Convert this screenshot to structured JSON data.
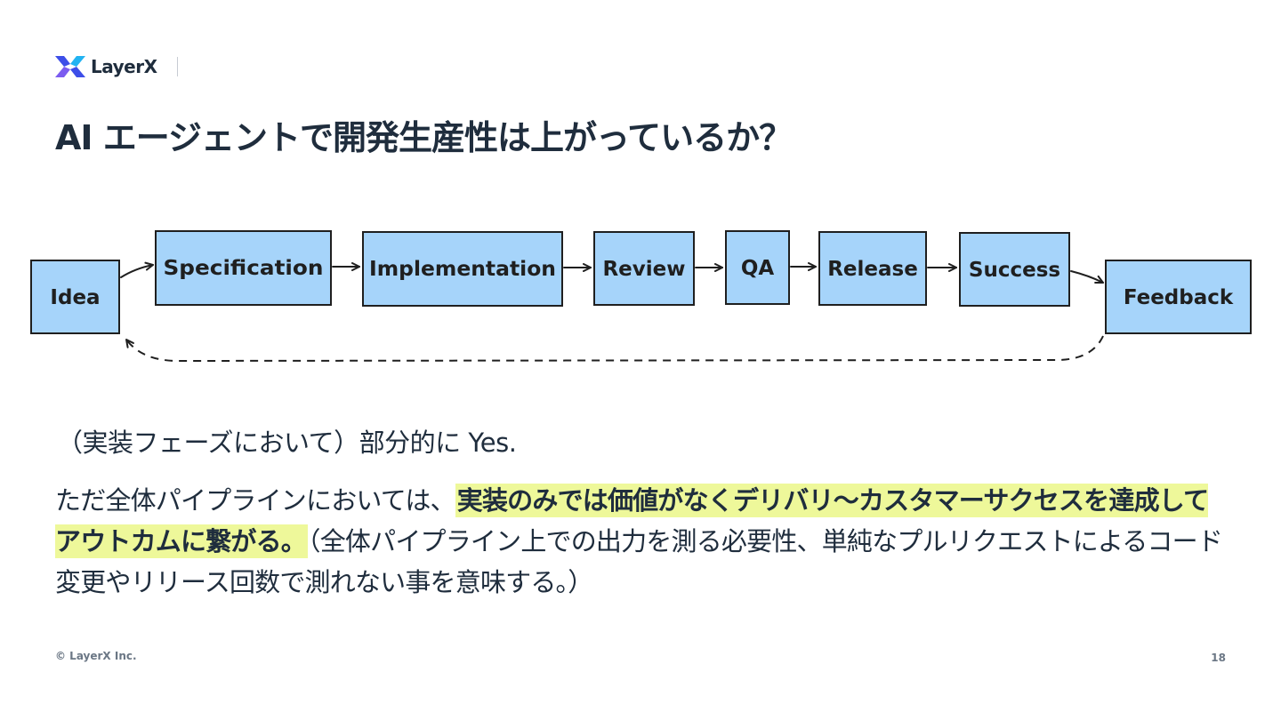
{
  "brand": {
    "logo_text": "LayerX",
    "logo_colors": [
      "#3d4ee8",
      "#7b5cf0",
      "#22b3f2"
    ]
  },
  "slide": {
    "title": "AI エージェントで開発生産性は上がっているか？"
  },
  "diagram": {
    "nodes": [
      "Idea",
      "Specification",
      "Implementation",
      "Review",
      "QA",
      "Release",
      "Success",
      "Feedback"
    ],
    "node_fill": "#a6d4fa",
    "feedback_loop": "Feedback → Idea (dashed)"
  },
  "content": {
    "answer": "（実装フェーズにおいて）部分的に Yes.",
    "para_intro": "ただ全体パイプラインにおいては、",
    "para_highlight": "実装のみでは価値がなくデリバリ〜カスタマーサクセスを達成してアウトカムに繋がる。",
    "para_rest": "（全体パイプライン上での出力を測る必要性、単純なプルリクエストによるコード変更やリリース回数で測れない事を意味する。）",
    "highlight_color": "#eef89a"
  },
  "footer": {
    "copyright": "© LayerX Inc.",
    "page_number": "18"
  }
}
